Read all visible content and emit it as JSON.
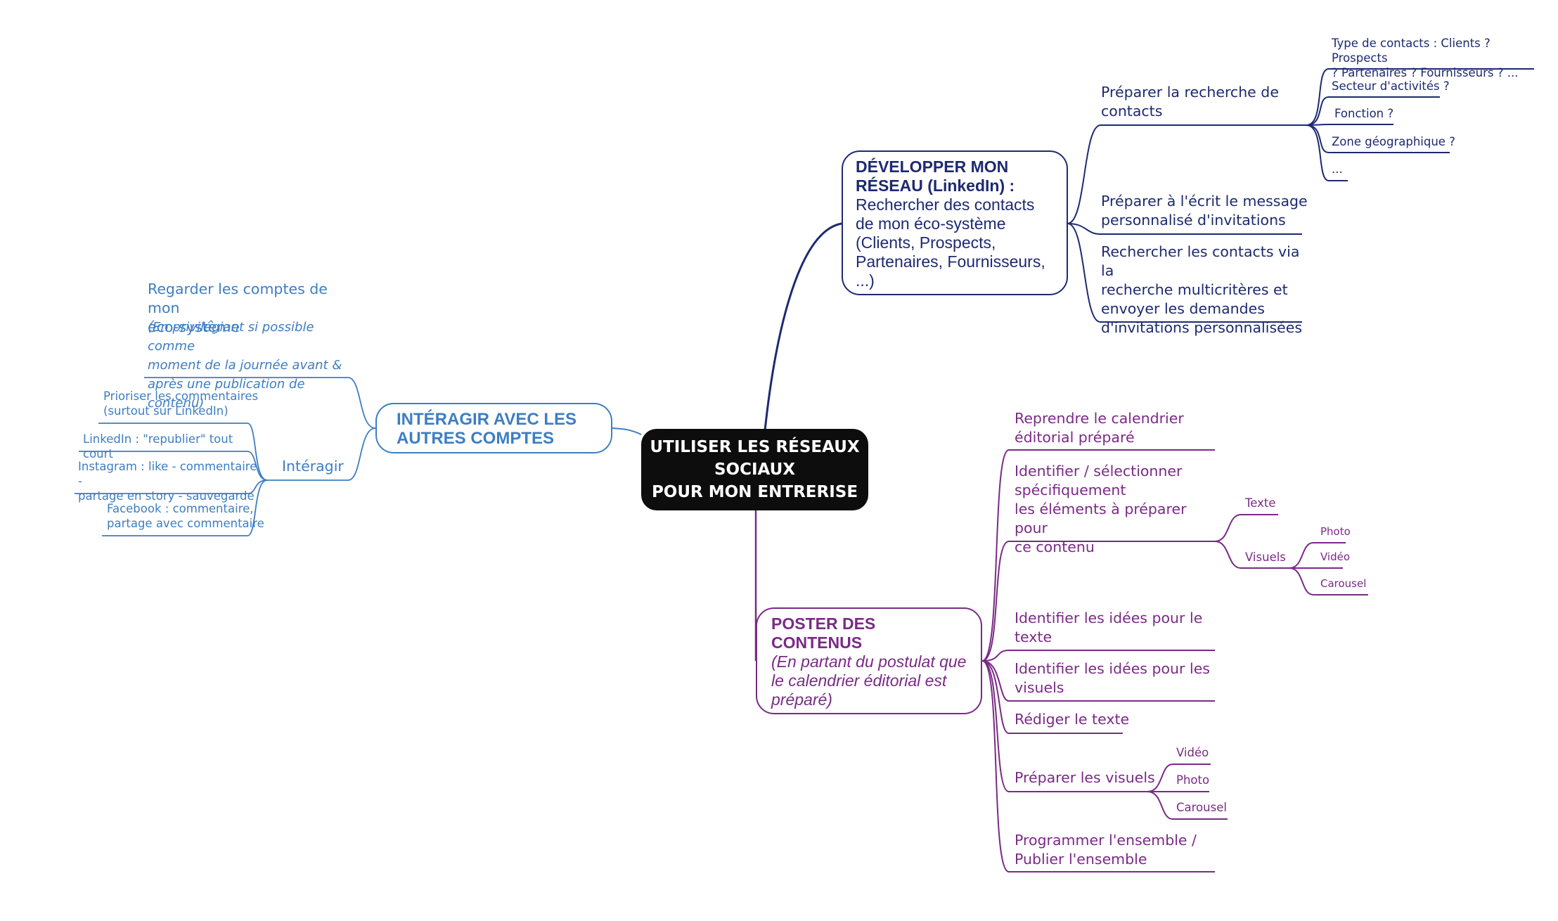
{
  "colors": {
    "dark_branch": "#1d2a70",
    "purple_branch": "#7a2a86",
    "blue_branch": "#3d7ec2",
    "central_bg": "#0d0d0d"
  },
  "central": {
    "line1": "UTILISER LES RÉSEAUX",
    "line2": "SOCIAUX",
    "line3": "POUR MON ENTRERISE"
  },
  "reseau": {
    "title": "DÉVELOPPER MON RÉSEAU (LinkedIn) :",
    "body": "Rechercher des contacts de mon éco-système (Clients, Prospects, Partenaires, Fournisseurs, ...)",
    "children": [
      {
        "label": "Préparer la recherche de contacts",
        "children": [
          "Type de contacts : Clients ? Prospects\n? Partenaires ? Fournisseurs ? ...",
          "Secteur d'activités ?",
          "Fonction ?",
          "Zone géographique ?",
          "..."
        ]
      },
      {
        "label": "Préparer à l'écrit le message\npersonnalisé d'invitations"
      },
      {
        "label": "Rechercher les contacts via la\nrecherche multicritères et\nenvoyer les demandes\nd'invitations personnalisées"
      }
    ]
  },
  "contenus": {
    "title": "POSTER DES CONTENUS",
    "subtitle": "(En partant du postulat que le calendrier éditorial est préparé)",
    "children": [
      {
        "label": "Reprendre le calendrier\néditorial préparé"
      },
      {
        "label": "Identifier / sélectionner\nspécifiquement\nles éléments à préparer pour\nce contenu",
        "children": [
          {
            "label": "Texte"
          },
          {
            "label": "Visuels",
            "children": [
              "Photo",
              "Vidéo",
              "Carousel"
            ]
          }
        ]
      },
      {
        "label": "Identifier les idées pour le\ntexte"
      },
      {
        "label": "Identifier les idées pour les\nvisuels"
      },
      {
        "label": "Rédiger le texte"
      },
      {
        "label": "Préparer les visuels",
        "children": [
          "Vidéo",
          "Photo",
          "Carousel"
        ]
      },
      {
        "label": "Programmer l'ensemble /\nPublier l'ensemble"
      }
    ]
  },
  "interagir": {
    "title": "INTÉRAGIR AVEC LES AUTRES COMPTES",
    "children": [
      {
        "label": "Regarder les comptes de mon\néco-système",
        "note": "(En privilégiant si possible comme\nmoment de la journée avant &\naprès une publication de contenu)"
      },
      {
        "label": "Intéragir",
        "children": [
          "Prioriser les commentaires\n(surtout sur LinkedIn)",
          "LinkedIn : \"republier\" tout court",
          "Instagram : like - commentaire -\npartage en story - sauvegarde",
          "Facebook : commentaire,\npartage avec commentaire"
        ]
      }
    ]
  }
}
